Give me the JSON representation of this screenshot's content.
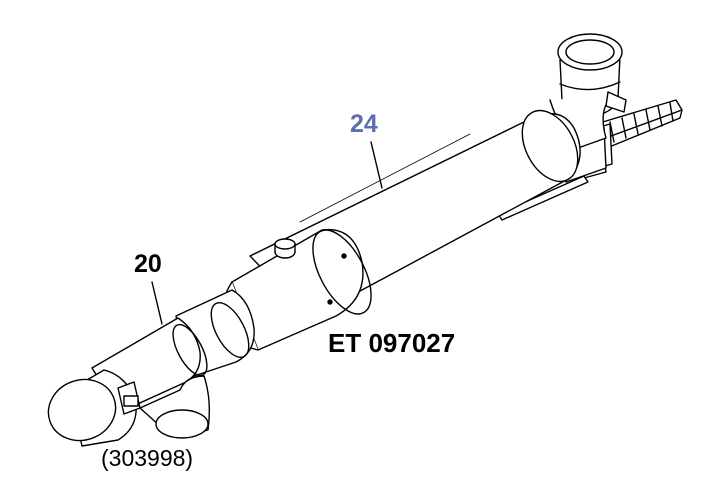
{
  "diagram": {
    "callouts": [
      {
        "id": "24",
        "text": "24",
        "color": "#5a6fb0"
      },
      {
        "id": "20",
        "text": "20",
        "color": "#000000"
      }
    ],
    "drawing_code": "ET 097027",
    "part_reference": "(303998)"
  }
}
